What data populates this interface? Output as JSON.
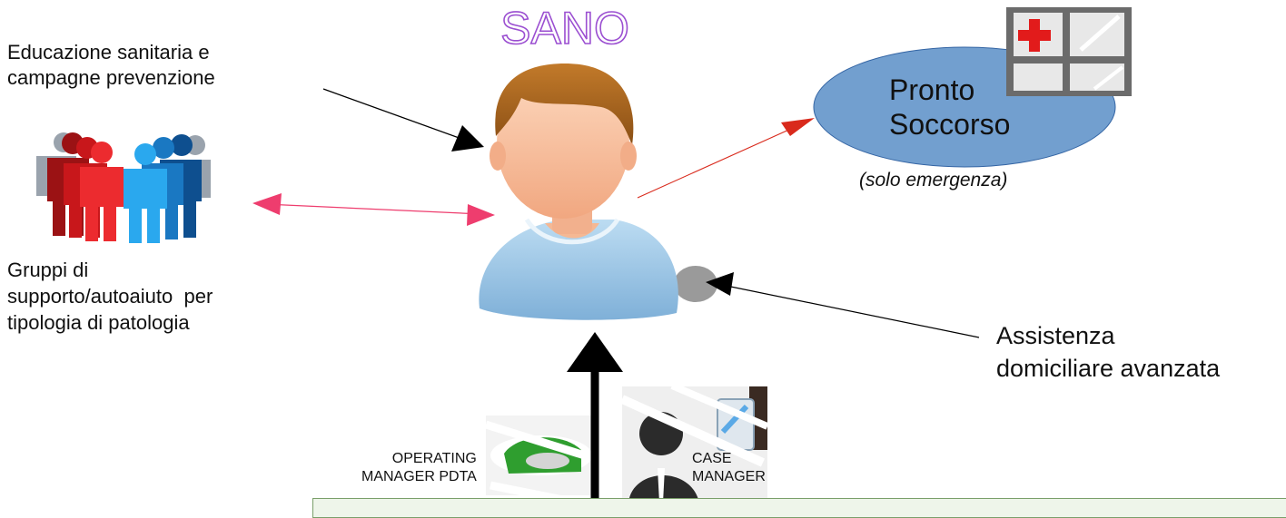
{
  "title": "SANO",
  "labels": {
    "education": [
      "Educazione sanitaria e",
      "campagne prevenzione"
    ],
    "support_groups": [
      "Gruppi di",
      "supporto/autoaiuto  per",
      "tipologia di patologia"
    ],
    "emergency": [
      "Pronto",
      "Soccorso"
    ],
    "emergency_note": "(solo emergenza)",
    "home_care": [
      "Assistenza",
      "domiciliare avanzata"
    ],
    "operating_manager": [
      "OPERATING",
      "MANAGER PDTA"
    ],
    "case_manager": [
      "CASE",
      "MANAGER"
    ]
  },
  "icons": {
    "patient": "patient-avatar-icon",
    "groups": "people-group-icon",
    "hospital": "first-aid-window-icon",
    "operating_manager": "nurse-icon",
    "case_manager": "doctor-icon"
  },
  "colors": {
    "title_outline": "#9b4fd1",
    "ellipse_fill": "#729fcf",
    "ellipse_stroke": "#3465a4",
    "red_arrow": "#d92a1c",
    "pink_arrow": "#ee3d6e",
    "black_arrow": "#000000"
  }
}
